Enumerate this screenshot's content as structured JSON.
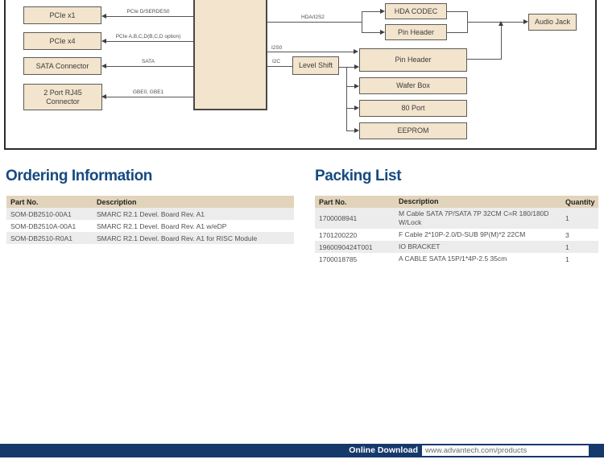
{
  "diagram": {
    "left_blocks": [
      {
        "label": "PCIe x1",
        "bus": "PCIe D/SERDES0"
      },
      {
        "label": "PCIe x4",
        "bus": "PCIe A,B,C,D(B,C,D option)"
      },
      {
        "label": "SATA Connector",
        "bus": "SATA"
      },
      {
        "label": "2 Port RJ45 Connector",
        "bus": "GBE0, GBE1"
      }
    ],
    "buses": {
      "hda": "HDA/I2S2",
      "i2s0": "I2S0",
      "i2c": "I2C"
    },
    "right_blocks": {
      "hda_codec": "HDA CODEC",
      "pin_header_small": "Pin Header",
      "audio_jack": "Audio Jack",
      "level_shift": "Level Shift",
      "pin_header_big": "Pin Header",
      "wafer_box": "Wafer Box",
      "port80": "80 Port",
      "eeprom": "EEPROM"
    }
  },
  "ordering": {
    "title": "Ordering Information",
    "headers": [
      "Part No.",
      "Description"
    ],
    "rows": [
      {
        "part": "SOM-DB2510-00A1",
        "desc": "SMARC R2.1 Devel. Board Rev. A1"
      },
      {
        "part": "SOM-DB2510A-00A1",
        "desc": "SMARC R2.1 Devel. Board Rev. A1 w/eDP"
      },
      {
        "part": "SOM-DB2510-R0A1",
        "desc": "SMARC R2.1 Devel. Board Rev. A1 for RISC Module"
      }
    ]
  },
  "packing": {
    "title": "Packing List",
    "headers": [
      "Part No.",
      "Description",
      "Quantity"
    ],
    "rows": [
      {
        "part": "1700008941",
        "desc": "M Cable SATA 7P/SATA 7P 32CM C=R 180/180D W/Lock",
        "qty": "1"
      },
      {
        "part": "1701200220",
        "desc": "F Cable 2*10P-2.0/D-SUB 9P(M)*2 22CM",
        "qty": "3"
      },
      {
        "part": "1960090424T001",
        "desc": "IO BRACKET",
        "qty": "1"
      },
      {
        "part": "1700018785",
        "desc": "A CABLE SATA 15P/1*4P-2.5 35cm",
        "qty": "1"
      }
    ]
  },
  "footer": {
    "label": "Online Download",
    "url": "www.advantech.com/products"
  },
  "colors": {
    "title_navy": "#164a80",
    "footer_navy": "#16396b",
    "block_tan": "#f2e4cd",
    "table_header_tan": "#e1d4ba",
    "row_gray": "#ececec",
    "line_gray": "#55565a",
    "text_gray": "#4f5052"
  }
}
